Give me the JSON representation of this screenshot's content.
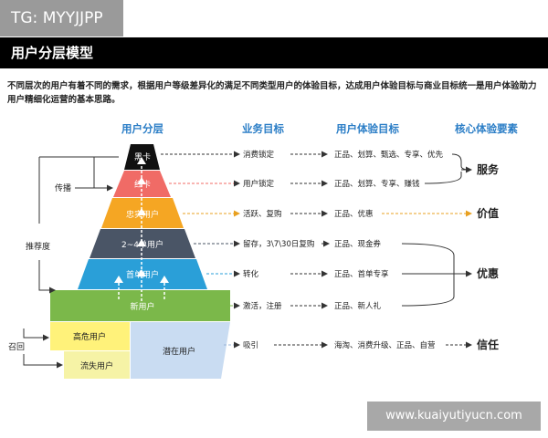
{
  "watermark_top": "TG: MYYJJPP",
  "title": "用户分层模型",
  "intro": "不同层次的用户有着不同的需求，根据用户等级差异化的满足不同类型用户的体验目标，达成用户体验目标与商业目标统一是用户体验助力用户精细化运营的基本思路。",
  "headers": {
    "layers": "用户分层",
    "business": "业务目标",
    "ux": "用户体验目标",
    "core": "核心体验要素"
  },
  "layers": [
    "黑卡",
    "红卡",
    "忠实用户",
    "2~4单用户",
    "首单用户",
    "新用户"
  ],
  "bottom_boxes": {
    "high_risk": "高危用户",
    "lost": "流失用户",
    "potential": "潜在用户"
  },
  "business_goals": [
    "消费锁定",
    "用户锁定",
    "活跃、复购",
    "留存，3\\7\\30日复购",
    "转化",
    "激活，注册",
    "吸引"
  ],
  "ux_goals": [
    "正品、划算、甄选、专享、优先",
    "正品、划算、专享、赚钱",
    "正品、优惠",
    "正品、现金券",
    "正品、首单专享",
    "正品、新人礼",
    "海淘、消费升级、正品、自营"
  ],
  "core_elements": [
    "服务",
    "价值",
    "优惠",
    "信任"
  ],
  "side_labels": {
    "spread": "传播",
    "recommend": "推荐度",
    "recall": "召回"
  },
  "colors": {
    "black_card": "#111111",
    "red_card": "#f06b66",
    "loyal": "#f5a623",
    "multi_order": "#4a5566",
    "first_order": "#2a9fd8",
    "new_user": "#7bb84a",
    "high_risk": "#fff27a",
    "lost": "#f6f3a6",
    "potential": "#c9dcf2",
    "header_blue": "#2a7dc6"
  },
  "watermark_bottom": "www.kuaiyutiyucn.com"
}
